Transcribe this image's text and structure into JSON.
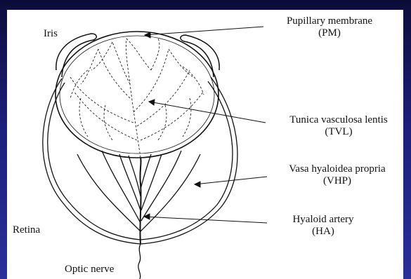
{
  "labels": {
    "iris": "Iris",
    "pm": {
      "name": "Pupillary membrane",
      "abbr": "(PM)"
    },
    "tvl": {
      "name": "Tunica vasculosa lentis",
      "abbr": "(TVL)"
    },
    "vhp": {
      "name": "Vasa hyaloidea propria",
      "abbr": "(VHP)"
    },
    "ha": {
      "name": "Hyaloid artery",
      "abbr": "(HA)"
    },
    "retina": "Retina",
    "optic_nerve": "Optic nerve"
  },
  "colors": {
    "background": "#1d1f7a",
    "panel": "#ffffff",
    "ink": "#111111"
  }
}
